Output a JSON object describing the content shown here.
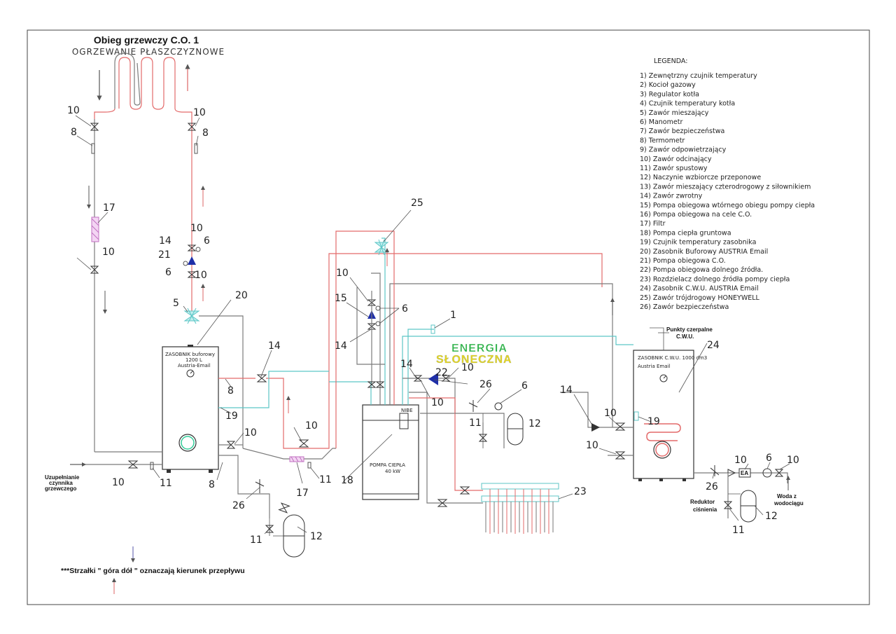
{
  "titles": {
    "circuit_title": "Obieg grzewczy C.O. 1",
    "circuit_subtitle": "OGRZEWANIE PŁASZCZYZNOWE",
    "solar_line1": "ENERGIA",
    "solar_line2": "SŁONECZNA"
  },
  "legend": {
    "title": "LEGENDA:",
    "items": [
      "1) Zewnętrzny czujnik temperatury",
      "2) Kocioł gazowy",
      "3) Regulator kotła",
      "4) Czujnik temperatury kotła",
      "5) Zawór mieszający",
      "6) Manometr",
      "7) Zawór bezpieczeństwa",
      "8) Termometr",
      "9) Zawór odpowietrzający",
      "10) Zawór odcinający",
      "11) Zawór spustowy",
      "12) Naczynie wzbiorcze przeponowe",
      "13) Zawór mieszający czterodrogowy z siłownikiem",
      "14) Zawór zwrotny",
      "15) Pompa obiegowa wtórnego obiegu pompy ciepła",
      "16) Pompa obiegowa na cele C.O.",
      "17) Filtr",
      "18) Pompa ciepła gruntowa",
      "19) Czujnik temperatury zasobnika",
      "20) Zasobnik Buforowy AUSTRIA Email",
      "21) Pompa obiegowa C.O.",
      "22) Pompa obiegowa dolnego źródła.",
      "23) Rozdzielacz dolnego źródła pompy ciepła",
      "24) Zasobnik C.W.U. AUSTRIA Email",
      "25) Zawór trójdrogowy HONEYWELL",
      "26) Zawór bezpieczeństwa"
    ]
  },
  "devices": {
    "buffer_tank": {
      "line1": "ZASOBNIK buforowy",
      "line2": "1200 L",
      "line3": "Austria-Email"
    },
    "heat_pump": {
      "brand": "NIBE",
      "line1": "POMPA CIEPŁA",
      "line2": "40 kW"
    },
    "dhw_tank": {
      "line1": "ZASOBNIK C.W.U. 1000 dm3",
      "line2": "Austria Email"
    },
    "draw_points": {
      "line1": "Punkty czerpalne",
      "line2": "C.W.U."
    },
    "ea": "EA"
  },
  "annotations": {
    "fill_l1": "Uzupełnianie",
    "fill_l2": "czynnika",
    "fill_l3": "grzewczego",
    "reducer_l1": "Reduktor",
    "reducer_l2": "ciśnienia",
    "water_l1": "Woda z",
    "water_l2": "wodociągu",
    "flow_note": "***Strzałki \" góra dół \" oznaczają kierunek przepływu"
  },
  "callouts": {
    "n1": "1",
    "n5": "5",
    "n6": "6",
    "n8": "8",
    "n10": "10",
    "n11": "11",
    "n12": "12",
    "n14": "14",
    "n15": "15",
    "n17": "17",
    "n18": "18",
    "n19": "19",
    "n20": "20",
    "n21": "21",
    "n22": "22",
    "n23": "23",
    "n24": "24",
    "n25": "25",
    "n26": "26"
  },
  "colors": {
    "supply_line": "#e36a6a",
    "return_line": "#7b7b7b",
    "solar_line": "#5cc6c6",
    "pump_fill": "#1f2fa8",
    "filter_fill": "#d68ad6",
    "solar_text_top": "#2fb24a",
    "solar_text_bottom": "#e6d51c"
  }
}
